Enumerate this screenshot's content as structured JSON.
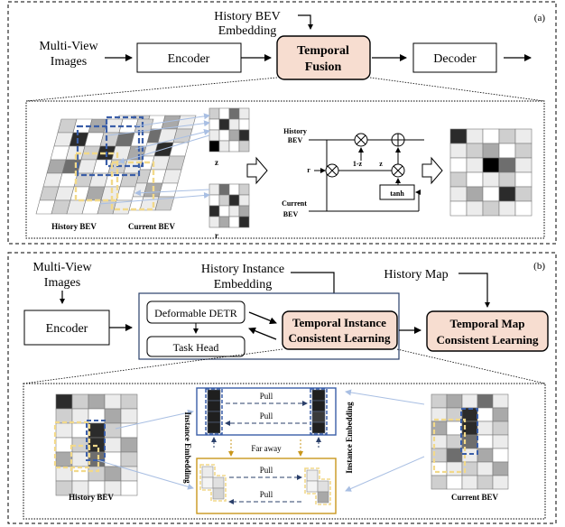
{
  "panel_a": {
    "label": "(a)",
    "input_label_line1": "Multi-View",
    "input_label_line2": "Images",
    "history_label_line1": "History BEV",
    "history_label_line2": "Embedding",
    "encoder": "Encoder",
    "fusion_line1": "Temporal",
    "fusion_line2": "Fusion",
    "decoder": "Decoder",
    "history_bev_caption": "History BEV",
    "current_bev_caption": "Current BEV",
    "z_label": "z",
    "r_label": "r",
    "gate_history_line1": "History",
    "gate_history_line2": "BEV",
    "gate_current_line1": "Current",
    "gate_current_line2": "BEV",
    "gate_r": "r",
    "gate_one_minus_z": "1-z",
    "gate_z": "z",
    "tanh": "tanh"
  },
  "panel_b": {
    "label": "(b)",
    "input_label_line1": "Multi-View",
    "input_label_line2": "Images",
    "history_instance_line1": "History Instance",
    "history_instance_line2": "Embedding",
    "history_map": "History Map",
    "encoder": "Encoder",
    "deformable_detr": "Deformable DETR",
    "task_head": "Task Head",
    "tic_line1": "Temporal Instance",
    "tic_line2": "Consistent Learning",
    "tmc_line1": "Temporal Map",
    "tmc_line2": "Consistent Learning",
    "history_bev_caption": "History BEV",
    "current_bev_caption": "Current BEV",
    "instance_embedding_left": "Instance Embedding",
    "instance_embedding_right": "Instance Embedding",
    "pull_1": "Pull",
    "pull_2": "Pull",
    "pull_3": "Pull",
    "pull_4": "Pull",
    "far_away": "Far away"
  },
  "colors": {
    "fusion_fill": "#f7ddd0",
    "blue_highlight": "#3a5ea8",
    "yellow_highlight": "#f2d98a",
    "orange_box": "#c9971c",
    "light_arrow": "#a9bfe3",
    "dark_cell": "#2b2b2b",
    "mid_cell": "#8c8c8c",
    "light_cell": "#cfcfcf"
  }
}
